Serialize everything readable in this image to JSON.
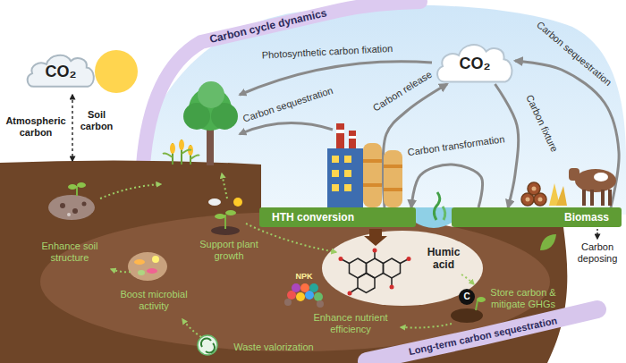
{
  "diagram": {
    "nodes": [
      {
        "text": [
          "CO₂"
        ]
      },
      {
        "text": [
          "CO₂"
        ]
      },
      {
        "text": [
          "HTH conversion"
        ]
      },
      {
        "text": [
          "Biomass"
        ]
      }
    ],
    "edges": [
      {
        "from": 2,
        "to": 1,
        "arrow": "to",
        "label": "Carbon release"
      },
      {
        "from": 1,
        "to": 3,
        "arrow": "to",
        "label": "Carbon fixture"
      },
      {
        "from": 3,
        "to": 1,
        "arrow": "to",
        "label": "Carbon sequestration"
      },
      {
        "from": 3,
        "to": 2,
        "arrow": "to",
        "label": "Carbon transformation"
      }
    ],
    "labels": [
      "Atmospheric carbon",
      "Soil carbon",
      "Carbon cycle dynamics",
      "Photosynthetic carbon fixation",
      "Carbon sequestration",
      "Carbon deposing",
      "Humic acid",
      "Enhance soil structure",
      "Support plant growth",
      "Boost microbial activity",
      "NPK",
      "Enhance nutrient efficiency",
      "C",
      "Store carbon & mitigate GHGs",
      "Waste valorization",
      "Long-term carbon sequestration"
    ]
  }
}
